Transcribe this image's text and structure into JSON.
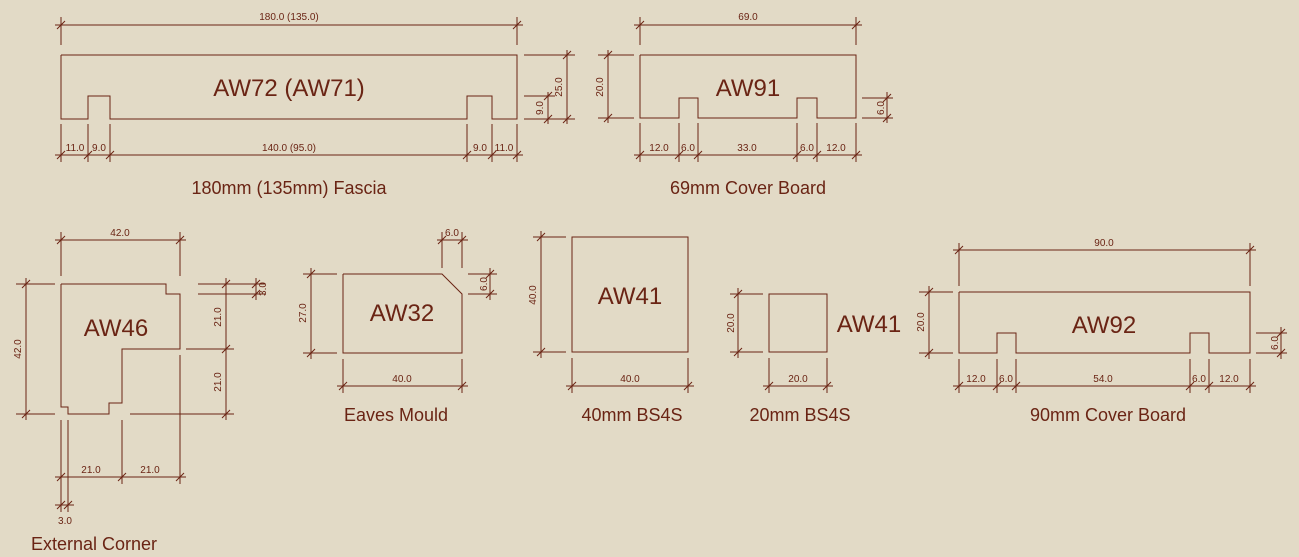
{
  "profiles": {
    "fascia": {
      "code": "AW72 (AW71)",
      "caption": "180mm (135mm) Fascia",
      "dims": {
        "overall": "180.0 (135.0)",
        "height": "25.0",
        "groove": "9.0",
        "b1": "11.0",
        "b2": "9.0",
        "b3": "140.0 (95.0)",
        "b4": "9.0",
        "b5": "11.0"
      }
    },
    "cover69": {
      "code": "AW91",
      "caption": "69mm Cover Board",
      "dims": {
        "overall": "69.0",
        "height": "20.0",
        "groove": "6.0",
        "b1": "12.0",
        "b2": "6.0",
        "b3": "33.0",
        "b4": "6.0",
        "b5": "12.0"
      }
    },
    "corner": {
      "code": "AW46",
      "caption": "External Corner",
      "dims": {
        "top": "42.0",
        "left": "42.0",
        "r1": "21.0",
        "r2": "21.0",
        "notch": "3.0",
        "b1": "21.0",
        "b2": "21.0",
        "b3": "3.0"
      }
    },
    "eaves": {
      "code": "AW32",
      "caption": "Eaves Mould",
      "dims": {
        "chamfer_w": "6.0",
        "chamfer_h": "6.0",
        "height": "27.0",
        "width": "40.0"
      }
    },
    "bs40": {
      "code": "AW41",
      "caption": "40mm BS4S",
      "dims": {
        "height": "40.0",
        "width": "40.0"
      }
    },
    "bs20": {
      "code": "AW41",
      "caption": "20mm BS4S",
      "dims": {
        "height": "20.0",
        "width": "20.0"
      }
    },
    "cover90": {
      "code": "AW92",
      "caption": "90mm Cover Board",
      "dims": {
        "overall": "90.0",
        "height": "20.0",
        "groove": "6.0",
        "b1": "12.0",
        "b2": "6.0",
        "b3": "54.0",
        "b4": "6.0",
        "b5": "12.0"
      }
    }
  }
}
